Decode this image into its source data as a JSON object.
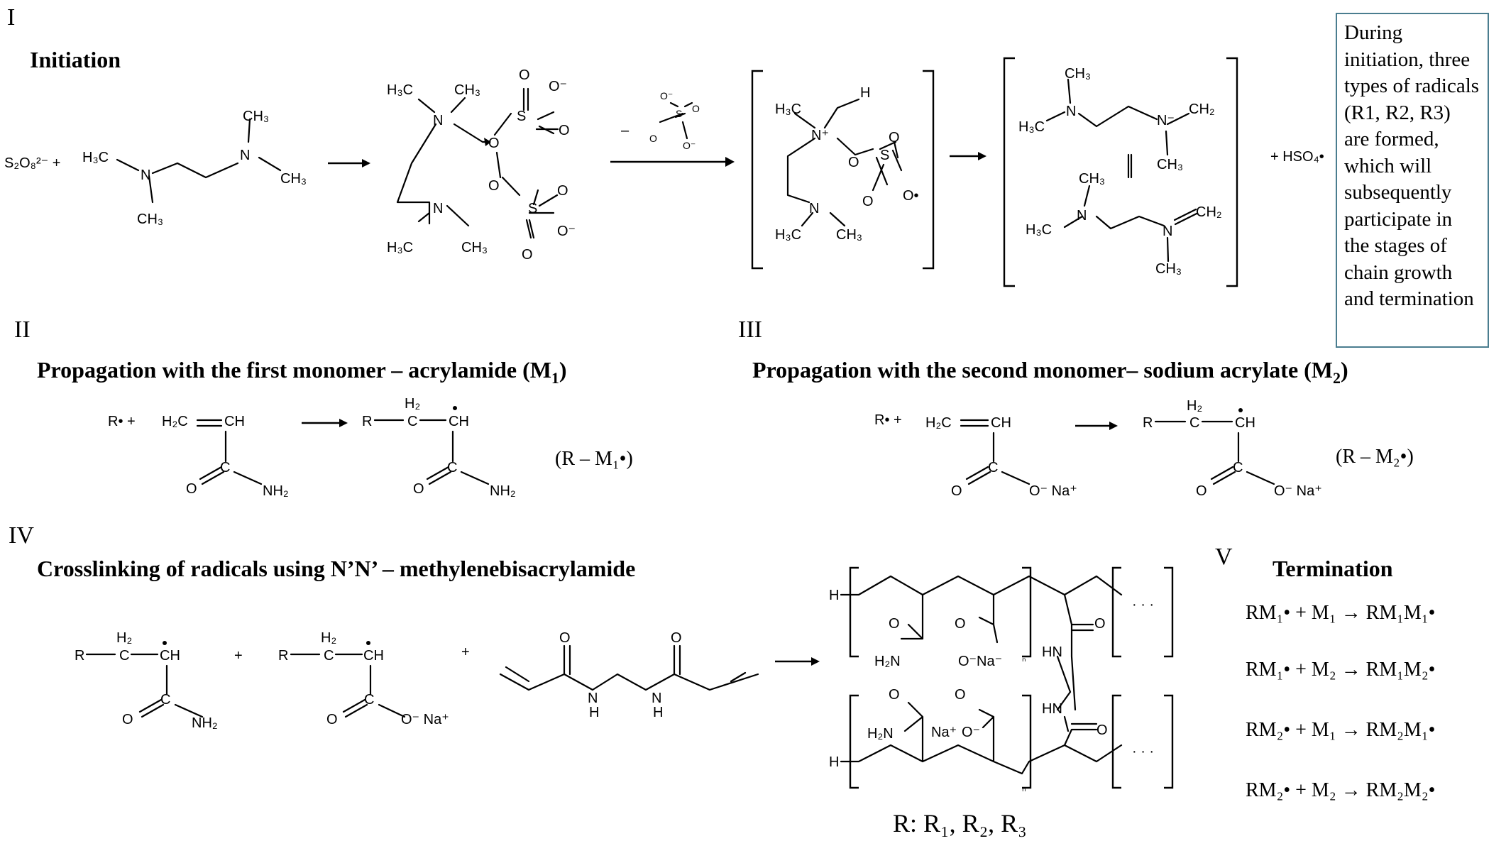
{
  "sections": {
    "I": {
      "numeral": "I",
      "title": "Initiation"
    },
    "II": {
      "numeral": "II",
      "title": "Propagation with the first monomer – acrylamide (M",
      "title_sub": "1",
      "title_end": ")"
    },
    "III": {
      "numeral": "III",
      "title": "Propagation with the second monomer– sodium acrylate (M",
      "title_sub": "2",
      "title_end": ")"
    },
    "IV": {
      "numeral": "IV",
      "title": "Crosslinking of radicals using N’N’ – methylenebisacrylamide"
    },
    "V": {
      "numeral": "V",
      "title": "Termination"
    }
  },
  "note": "During initiation, three types of radicals (R1, R2, R3) are formed, which will subsequently participate in the stages of chain growth and termination",
  "products": {
    "m1": "(R – M₁•)",
    "m2": "(R – M₂•)"
  },
  "r_label": "R: R₁, R₂, R₃",
  "termination": [
    "RM₁• + M₁ → RM₁M₁•",
    "RM₁• + M₂ → RM₁M₂•",
    "RM₂• + M₁ → RM₂M₁•",
    "RM₂• + M₂ → RM₂M₂•"
  ],
  "atoms": {
    "h3c": "H₃C",
    "ch3": "CH₃",
    "n": "N",
    "s": "S",
    "o": "O",
    "om": "O⁻",
    "h": "H",
    "ch2": "CH₂",
    "h2c": "H₂C",
    "ch": "CH",
    "c": "C",
    "r": "R",
    "nh2": "NH₂",
    "h2n": "H₂N",
    "na": "Na⁺",
    "h2": "H₂",
    "na_m": "Na⁻",
    "nplus": "N⁺",
    "nminus": "N⁻",
    "hn": "HN",
    "n_sub": "ₙ",
    "persulfate": "S₂O₈²⁻ +",
    "hso4": "+ HSO₄•",
    "rdot": "R• +",
    "plus": "+",
    "minus": "–",
    "dots": "· · ·",
    "o_rad": "O•",
    "ona": "O⁻ Na⁺"
  }
}
